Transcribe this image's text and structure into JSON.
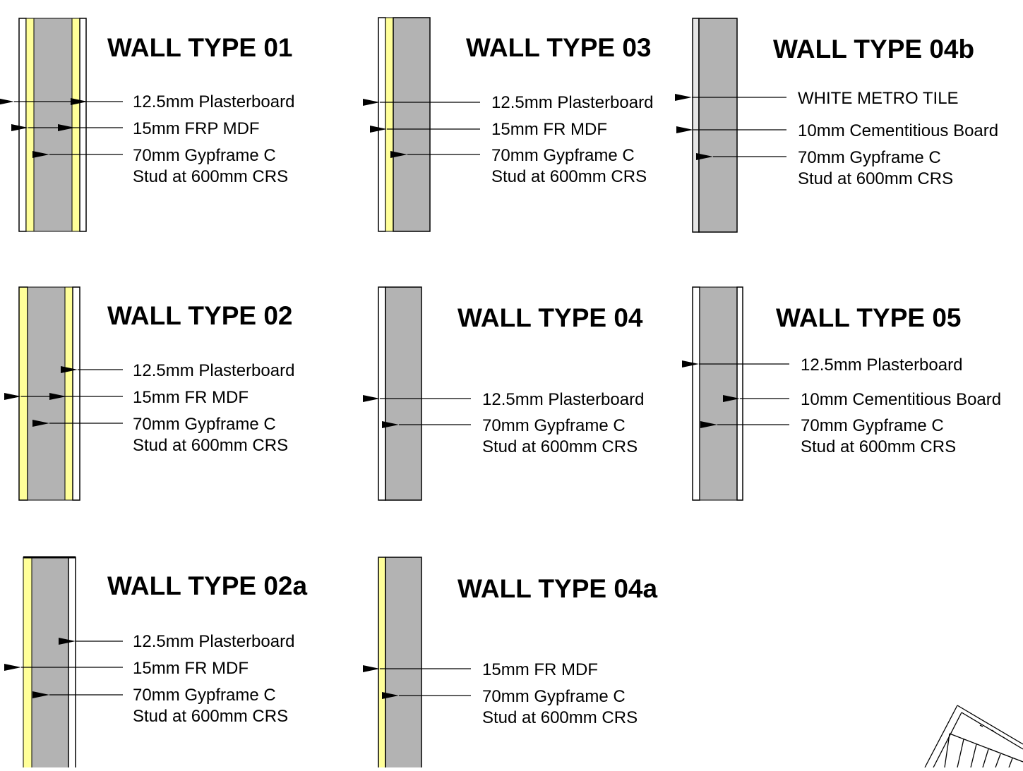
{
  "colors": {
    "stud": "#b3b3b3",
    "mdf": "#ffff99",
    "board": "#ffffff",
    "cement": "#e6e6e6",
    "line": "#000000"
  },
  "wall_types": [
    {
      "id": "wt01",
      "title": "WALL TYPE 01",
      "labels": [
        "12.5mm Plasterboard",
        "15mm FRP MDF",
        "70mm Gypframe C",
        "Stud at 600mm CRS"
      ]
    },
    {
      "id": "wt03",
      "title": "WALL TYPE 03",
      "labels": [
        "12.5mm Plasterboard",
        "15mm FR MDF",
        "70mm Gypframe C",
        "Stud at 600mm CRS"
      ]
    },
    {
      "id": "wt04b",
      "title": "WALL TYPE 04b",
      "labels": [
        "WHITE METRO TILE",
        "10mm Cementitious Board",
        "70mm Gypframe C",
        "Stud at 600mm CRS"
      ]
    },
    {
      "id": "wt02",
      "title": "WALL TYPE 02",
      "labels": [
        "12.5mm Plasterboard",
        "15mm FR MDF",
        "70mm Gypframe C",
        "Stud at 600mm CRS"
      ]
    },
    {
      "id": "wt04",
      "title": "WALL TYPE 04",
      "labels": [
        "12.5mm Plasterboard",
        "70mm Gypframe C",
        "Stud at 600mm CRS"
      ]
    },
    {
      "id": "wt05",
      "title": "WALL TYPE 05",
      "labels": [
        "12.5mm Plasterboard",
        "10mm Cementitious Board",
        "70mm Gypframe C",
        "Stud at 600mm CRS"
      ]
    },
    {
      "id": "wt02a",
      "title": "WALL TYPE 02a",
      "labels": [
        "12.5mm Plasterboard",
        "15mm FR MDF",
        "70mm Gypframe C",
        "Stud at 600mm CRS"
      ]
    },
    {
      "id": "wt04a",
      "title": "WALL TYPE 04a",
      "labels": [
        "15mm FR MDF",
        "70mm Gypframe C",
        "Stud at 600mm CRS"
      ]
    }
  ]
}
